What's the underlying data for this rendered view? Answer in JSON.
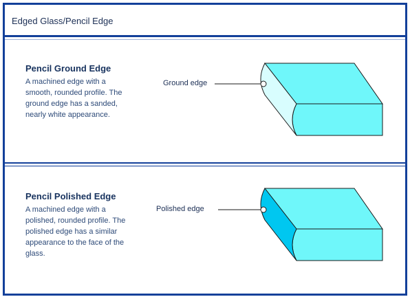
{
  "header": {
    "title": "Edged Glass/Pencil Edge"
  },
  "sections": [
    {
      "title": "Pencil Ground Edge",
      "description": "A machined edge with a smooth, rounded profile. The ground edge has a sanded, nearly white appearance.",
      "callout": "Ground edge"
    },
    {
      "title": "Pencil Polished Edge",
      "description": "A machined edge with a polished, rounded profile. The polished edge has a similar appearance to the face of the glass.",
      "callout": "Polished edge"
    }
  ],
  "colors": {
    "border": "#13409a",
    "glass_face": "#6ff7fa",
    "ground_edge": "#d8fdfe",
    "polished_edge": "#00c7f0",
    "outline": "#1a1a1a"
  }
}
